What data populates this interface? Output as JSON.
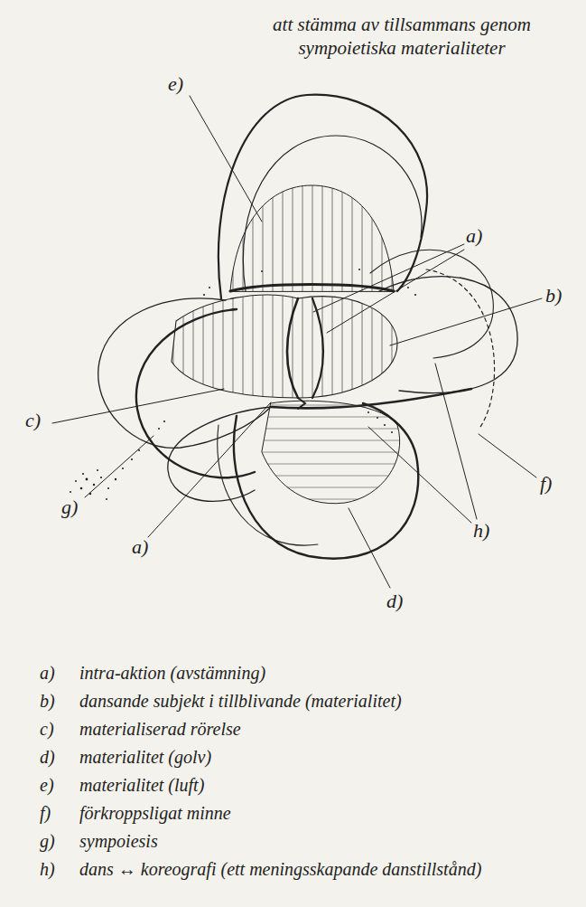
{
  "diagram": {
    "title": "att stämma av tillsammans genom sympoietiska materialiteter",
    "labels": [
      "e)",
      "a)",
      "b)",
      "c)",
      "f)",
      "g)",
      "a)",
      "h)",
      "d)",
      "a)",
      "intra-aktion (avstämning)",
      "b)",
      "dansande subjekt i tillblivande (materialitet)",
      "c)",
      "materialiserad rörelse",
      "d)",
      "materialitet (golv)",
      "e)",
      "materialitet (luft)",
      "f)",
      "förkroppsligat minne",
      "g)",
      "sympoiesis",
      "h)",
      "dans ↔ koreografi (ett meningsskapande danstillstånd)"
    ]
  }
}
